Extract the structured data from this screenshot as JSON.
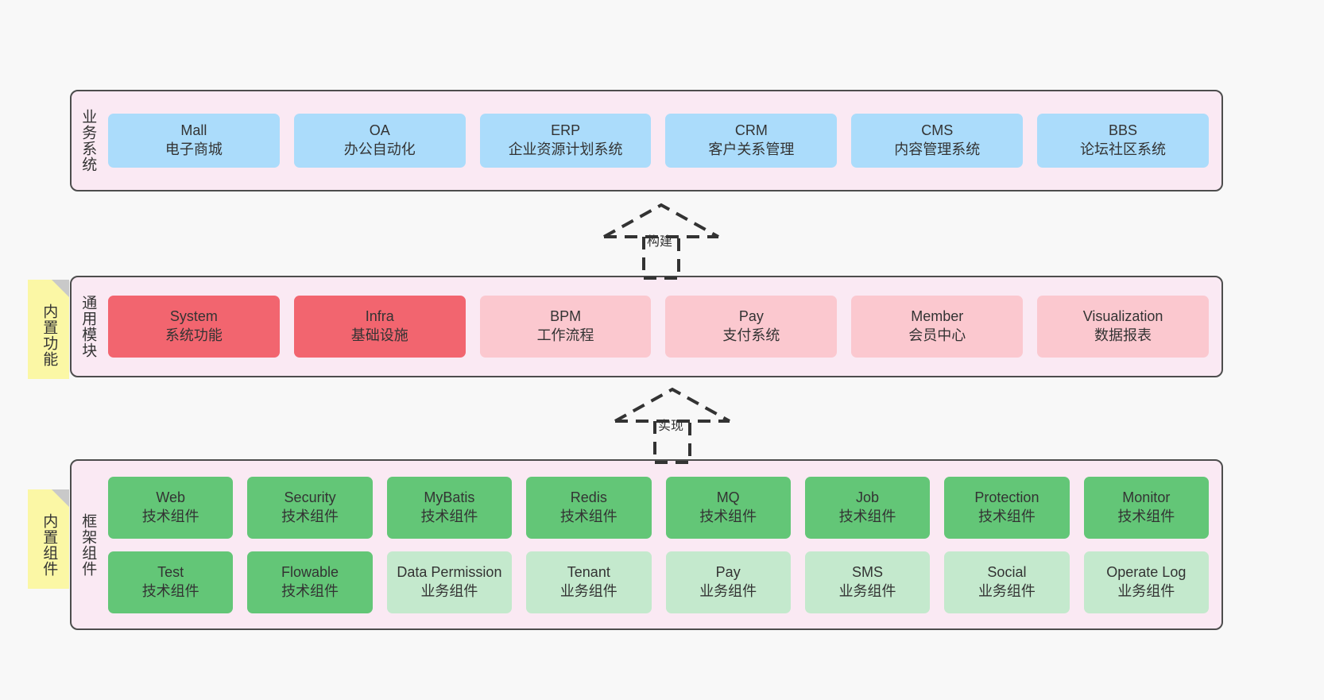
{
  "diagram": {
    "background_color": "#f8f8f8",
    "panel_color": "#fae9f3",
    "panel_border_color": "#4d4d4d"
  },
  "notes": [
    {
      "name": "builtin-features",
      "text": "内置功能",
      "color": "#fbf7a5"
    },
    {
      "name": "builtin-components",
      "text": "内置组件",
      "color": "#fbf7a5"
    }
  ],
  "connectors": [
    {
      "name": "build",
      "label": "构建",
      "style": "dashed-generalization"
    },
    {
      "name": "implement",
      "label": "实现",
      "style": "dashed-generalization"
    }
  ],
  "layers": {
    "business": {
      "title": "业务系统",
      "rows": [
        [
          {
            "t1": "Mall",
            "t2": "电子商城",
            "color": "#abdcfb"
          },
          {
            "t1": "OA",
            "t2": "办公自动化",
            "color": "#abdcfb"
          },
          {
            "t1": "ERP",
            "t2": "企业资源计划系统",
            "color": "#abdcfb"
          },
          {
            "t1": "CRM",
            "t2": "客户关系管理",
            "color": "#abdcfb"
          },
          {
            "t1": "CMS",
            "t2": "内容管理系统",
            "color": "#abdcfb"
          },
          {
            "t1": "BBS",
            "t2": "论坛社区系统",
            "color": "#abdcfb"
          }
        ]
      ]
    },
    "modules": {
      "title": "通用模块",
      "rows": [
        [
          {
            "t1": "System",
            "t2": "系统功能",
            "color": "#f2656f"
          },
          {
            "t1": "Infra",
            "t2": "基础设施",
            "color": "#f2656f"
          },
          {
            "t1": "BPM",
            "t2": "工作流程",
            "color": "#fbc8cf"
          },
          {
            "t1": "Pay",
            "t2": "支付系统",
            "color": "#fbc8cf"
          },
          {
            "t1": "Member",
            "t2": "会员中心",
            "color": "#fbc8cf"
          },
          {
            "t1": "Visualization",
            "t2": "数据报表",
            "color": "#fbc8cf"
          }
        ]
      ]
    },
    "framework": {
      "title": "框架组件",
      "rows": [
        [
          {
            "t1": "Web",
            "t2": "技术组件",
            "color": "#63c677"
          },
          {
            "t1": "Security",
            "t2": "技术组件",
            "color": "#63c677"
          },
          {
            "t1": "MyBatis",
            "t2": "技术组件",
            "color": "#63c677"
          },
          {
            "t1": "Redis",
            "t2": "技术组件",
            "color": "#63c677"
          },
          {
            "t1": "MQ",
            "t2": "技术组件",
            "color": "#63c677"
          },
          {
            "t1": "Job",
            "t2": "技术组件",
            "color": "#63c677"
          },
          {
            "t1": "Protection",
            "t2": "技术组件",
            "color": "#63c677"
          },
          {
            "t1": "Monitor",
            "t2": "技术组件",
            "color": "#63c677"
          }
        ],
        [
          {
            "t1": "Test",
            "t2": "技术组件",
            "color": "#63c677"
          },
          {
            "t1": "Flowable",
            "t2": "技术组件",
            "color": "#63c677"
          },
          {
            "t1": "Data Permission",
            "t2": "业务组件",
            "color": "#c4e9cd"
          },
          {
            "t1": "Tenant",
            "t2": "业务组件",
            "color": "#c4e9cd"
          },
          {
            "t1": "Pay",
            "t2": "业务组件",
            "color": "#c4e9cd"
          },
          {
            "t1": "SMS",
            "t2": "业务组件",
            "color": "#c4e9cd"
          },
          {
            "t1": "Social",
            "t2": "业务组件",
            "color": "#c4e9cd"
          },
          {
            "t1": "Operate Log",
            "t2": "业务组件",
            "color": "#c4e9cd"
          }
        ]
      ]
    }
  }
}
